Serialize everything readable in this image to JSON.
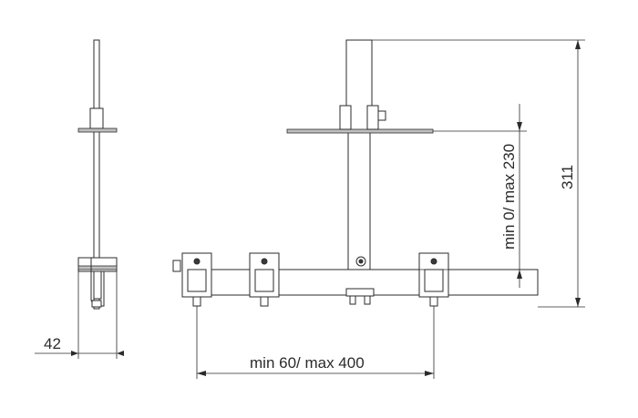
{
  "dimensions": {
    "width_side": "42",
    "height_total": "311",
    "vertical_adjust": "min 0/ max 230",
    "horizontal_adjust": "min 60/ max 400"
  }
}
